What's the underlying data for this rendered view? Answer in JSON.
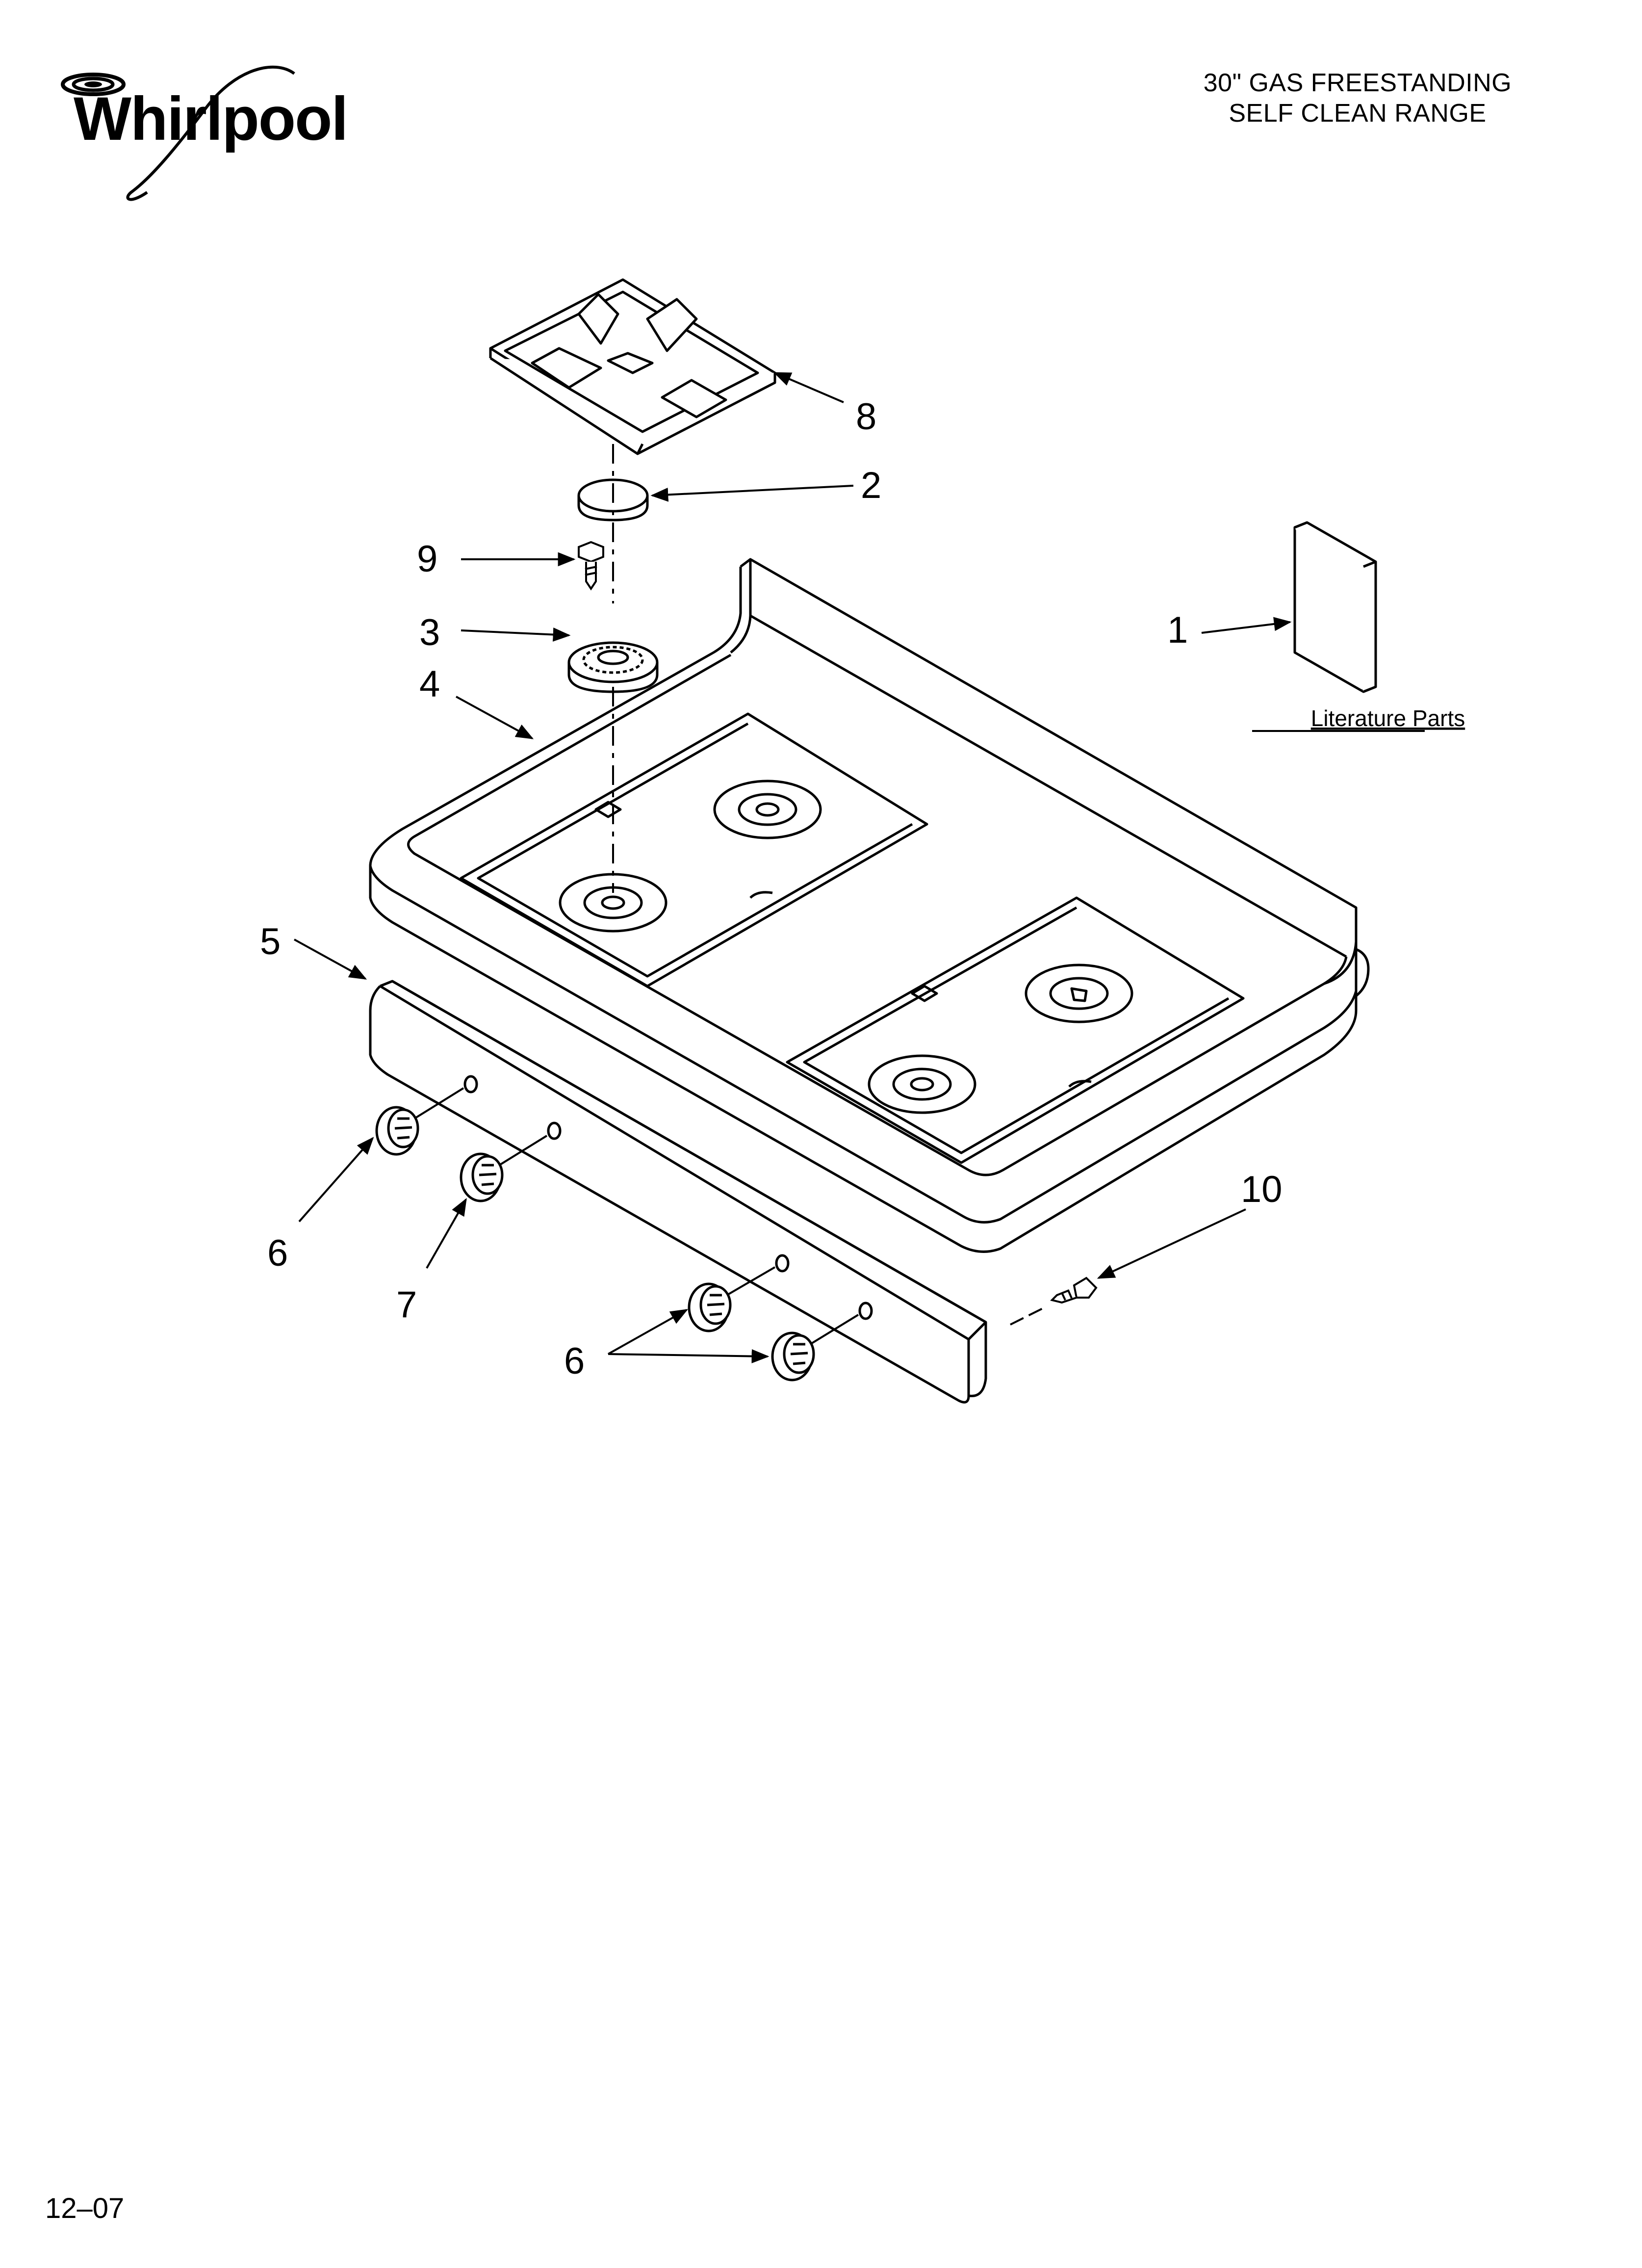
{
  "header": {
    "brand": "Whirlpool",
    "title_line1": "30\" GAS FREESTANDING",
    "title_line2": "SELF CLEAN RANGE"
  },
  "callouts": {
    "c1": "1",
    "c2": "2",
    "c3": "3",
    "c4": "4",
    "c5": "5",
    "c6a": "6",
    "c6b": "6",
    "c7": "7",
    "c8": "8",
    "c9": "9",
    "c10": "10"
  },
  "literature_label": "Literature Parts",
  "footer": {
    "date_code": "12–07"
  }
}
